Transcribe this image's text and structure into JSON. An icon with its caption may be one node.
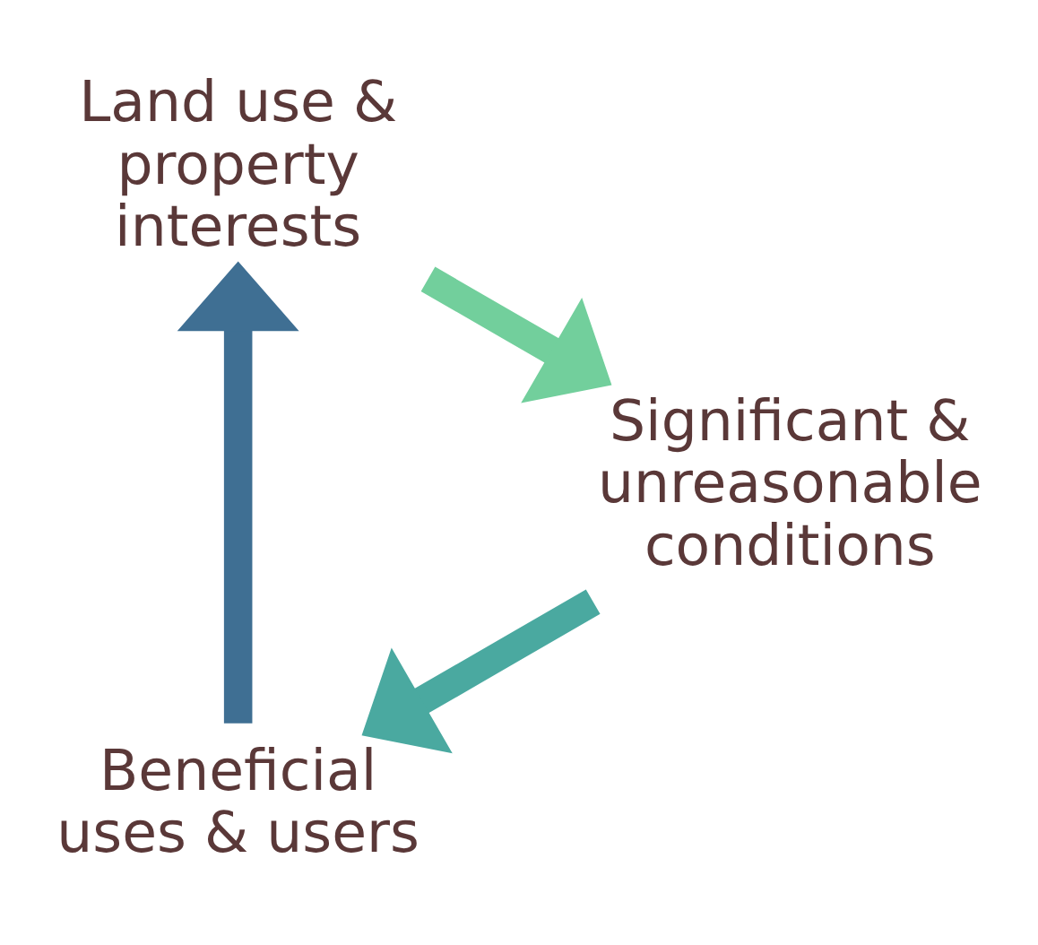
{
  "diagram": {
    "nodes": [
      {
        "text": [
          "Beneficial uses & users"
        ]
      },
      {
        "text": [
          "Land use & property interests"
        ]
      },
      {
        "text": [
          "Significant & unreasonable conditions"
        ]
      }
    ],
    "edges": [
      {
        "from": 0,
        "to": 1,
        "arrow": "to",
        "color": "#3f6f93"
      },
      {
        "from": 1,
        "to": 2,
        "arrow": "to",
        "color": "#72cf9c"
      },
      {
        "from": 2,
        "to": 0,
        "arrow": "to",
        "color": "#4aa9a0"
      }
    ]
  }
}
